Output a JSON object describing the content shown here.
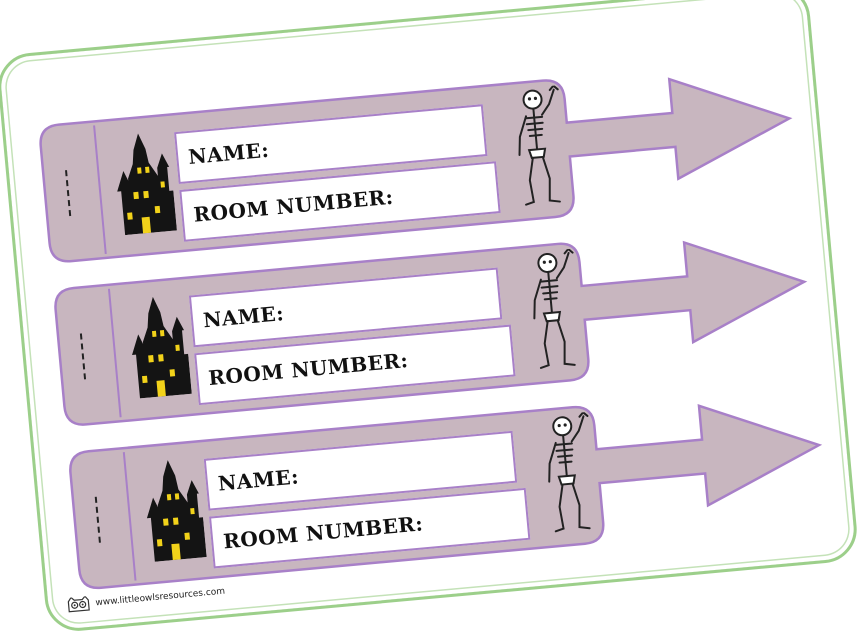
{
  "labels": [
    {
      "name_label": "NAME:",
      "room_label": "ROOM NUMBER:"
    },
    {
      "name_label": "NAME:",
      "room_label": "ROOM NUMBER:"
    },
    {
      "name_label": "NAME:",
      "room_label": "ROOM NUMBER:"
    }
  ],
  "footer": {
    "website": "www.littleowlsresources.com"
  },
  "colors": {
    "tag_fill": "#c8b6bf",
    "tag_stroke": "#a880c8",
    "border_green": "#9ccf8a",
    "castle_body": "#141414",
    "castle_windows": "#f2d21a"
  },
  "icons": [
    "haunted-house-icon",
    "skeleton-icon",
    "owl-logo-icon"
  ]
}
